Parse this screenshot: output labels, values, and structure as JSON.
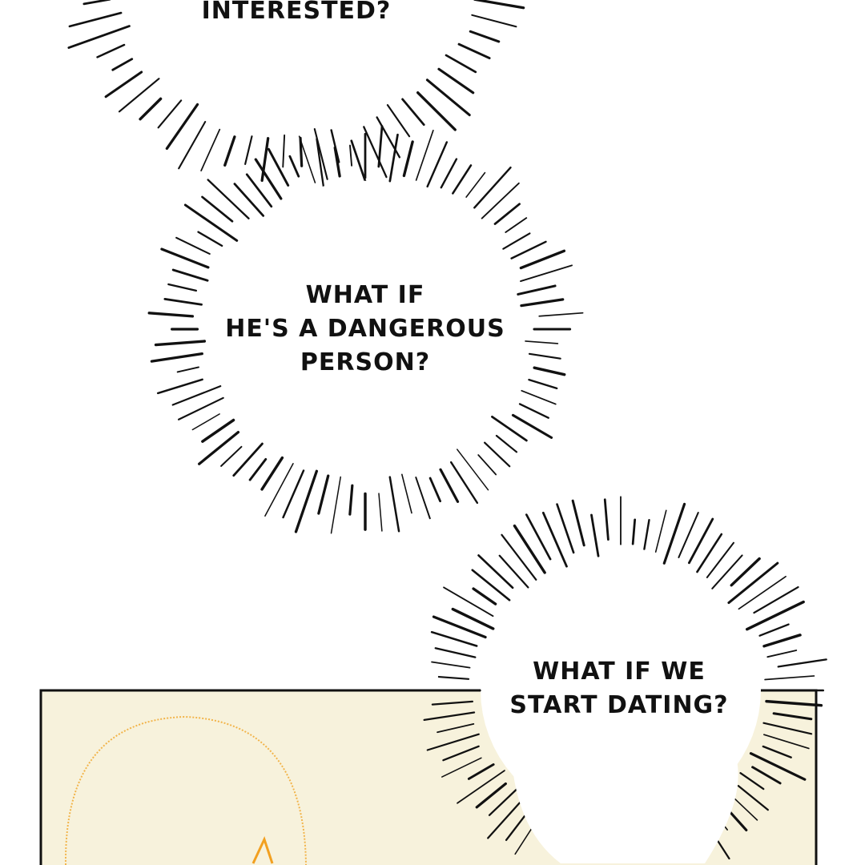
{
  "colors": {
    "panel_bg": "#f7f2dc",
    "panel_border": "#111111",
    "sketch_line": "#f2b44a",
    "ink": "#111111"
  },
  "bubbles": [
    {
      "lines": [
        "INTERESTED?"
      ]
    },
    {
      "lines": [
        "WHAT IF",
        "HE'S A DANGEROUS",
        "PERSON?"
      ]
    },
    {
      "lines": [
        "WHAT IF WE",
        "START DATING?"
      ]
    }
  ]
}
